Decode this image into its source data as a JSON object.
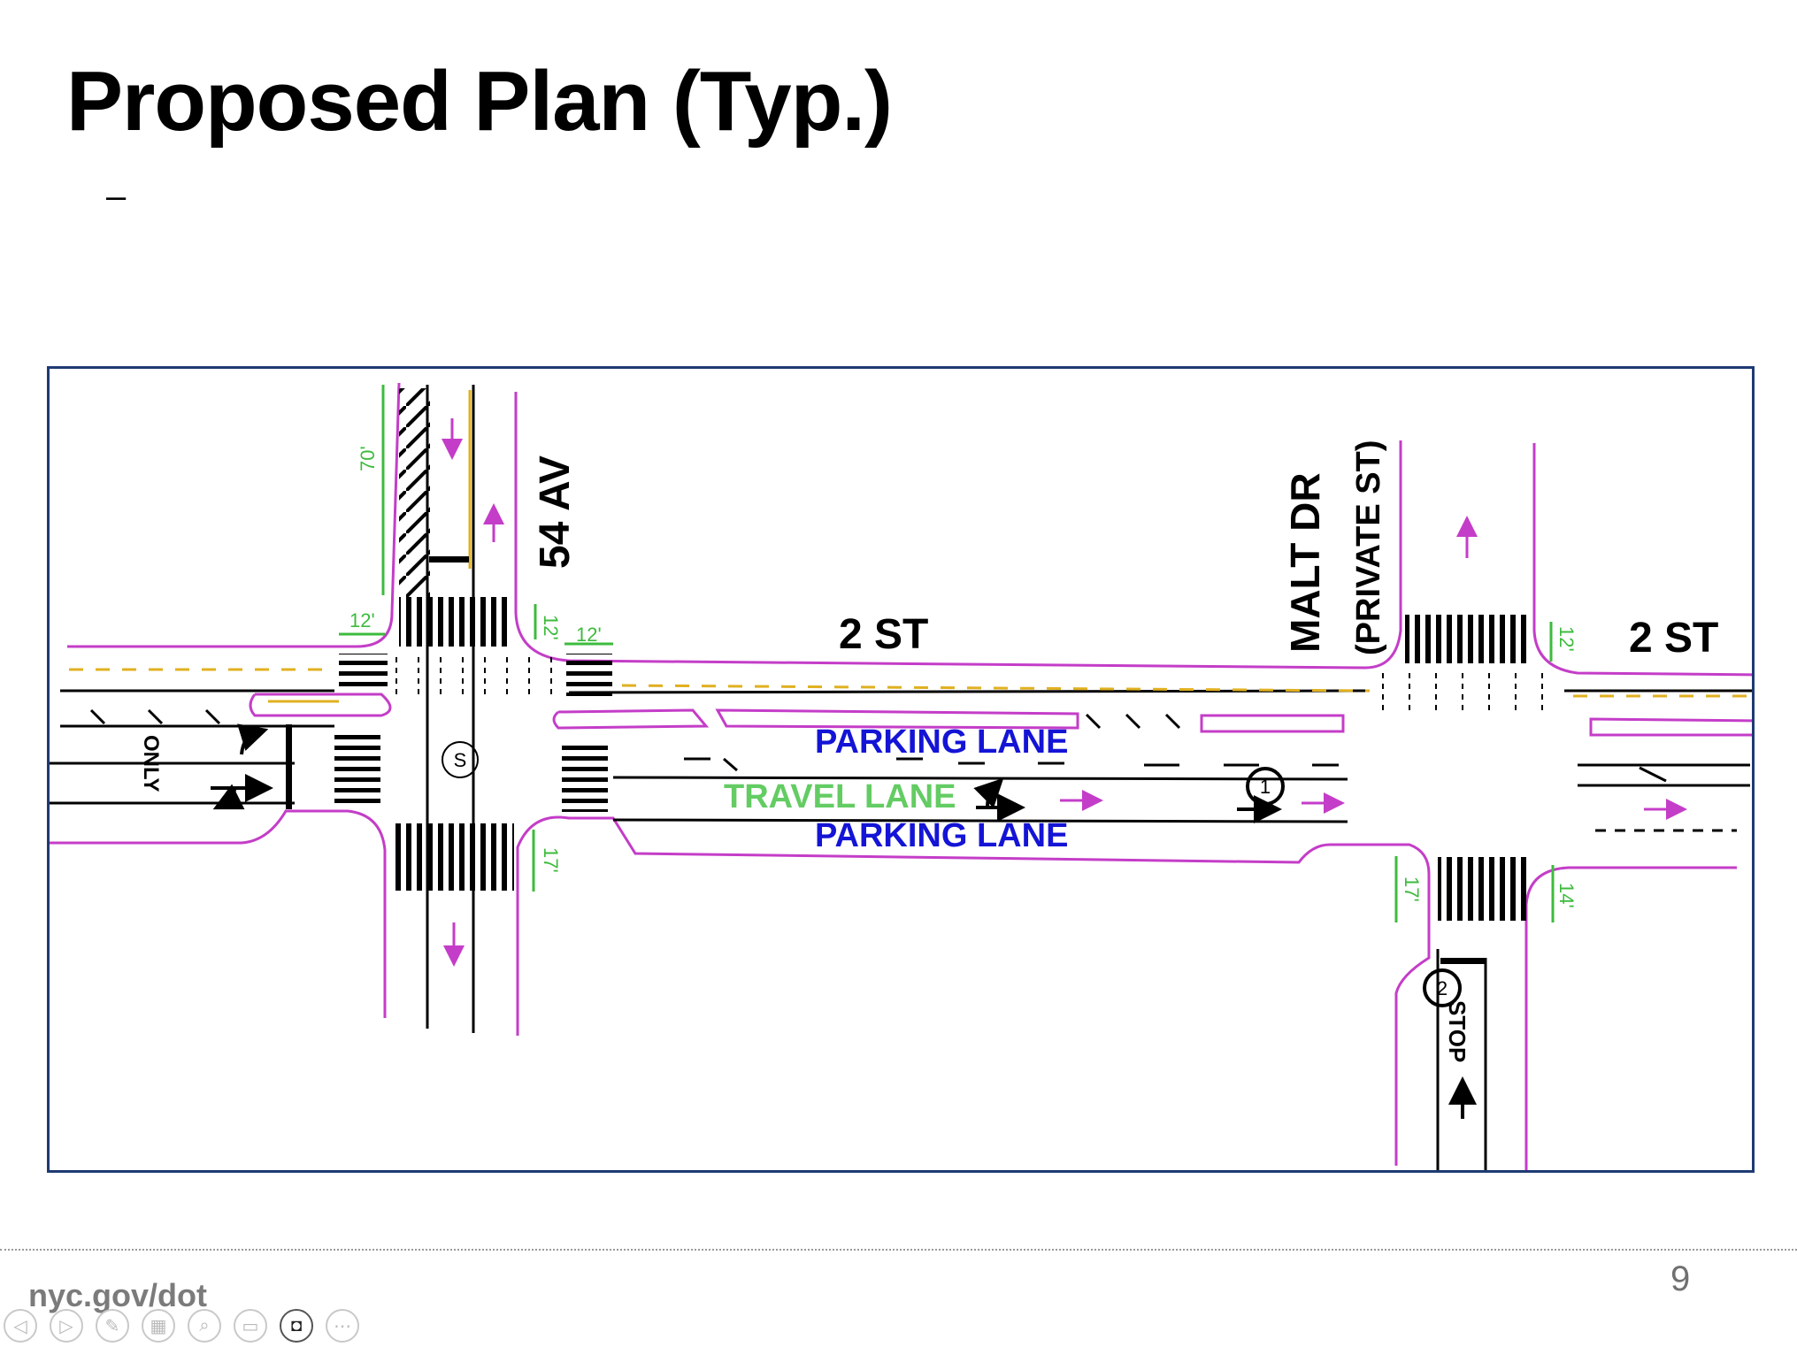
{
  "slide": {
    "title": "Proposed Plan (Typ.)",
    "bullet": "–",
    "footer_url": "nyc.gov/dot",
    "page_number": "9"
  },
  "plan": {
    "streets": {
      "main_left": "2 ST",
      "main_right": "2 ST",
      "cross_left": "54 AV",
      "cross_right_line1": "MALT DR",
      "cross_right_line2": "(PRIVATE ST)"
    },
    "lanes": {
      "parking_top": "PARKING LANE",
      "travel": "TRAVEL LANE",
      "parking_bottom": "PARKING LANE"
    },
    "dimensions": {
      "d70": "70'",
      "d12a": "12'",
      "d12b": "12'",
      "d12c": "12'",
      "d12d": "12'",
      "d17a": "17'",
      "d17b": "17'",
      "d14": "14'"
    },
    "markings": {
      "only": "ONLY",
      "stop": "STOP",
      "signal_symbol": "S",
      "note1": "1",
      "note2": "2"
    },
    "colors": {
      "curb": "#c43dc8",
      "dimension": "#3dbb3d",
      "centerline": "#e0b020",
      "parking_label": "#1414d6",
      "travel_label": "#63cc63",
      "frame": "#1f3a73"
    }
  },
  "controls": [
    {
      "icon": "back-icon",
      "glyph": "◁"
    },
    {
      "icon": "forward-icon",
      "glyph": "▷"
    },
    {
      "icon": "pen-icon",
      "glyph": "✎"
    },
    {
      "icon": "slides-grid-icon",
      "glyph": "▦"
    },
    {
      "icon": "zoom-icon",
      "glyph": "⌕"
    },
    {
      "icon": "subtitles-icon",
      "glyph": "▭"
    },
    {
      "icon": "camera-icon",
      "glyph": "◘"
    },
    {
      "icon": "more-icon",
      "glyph": "⋯"
    }
  ]
}
